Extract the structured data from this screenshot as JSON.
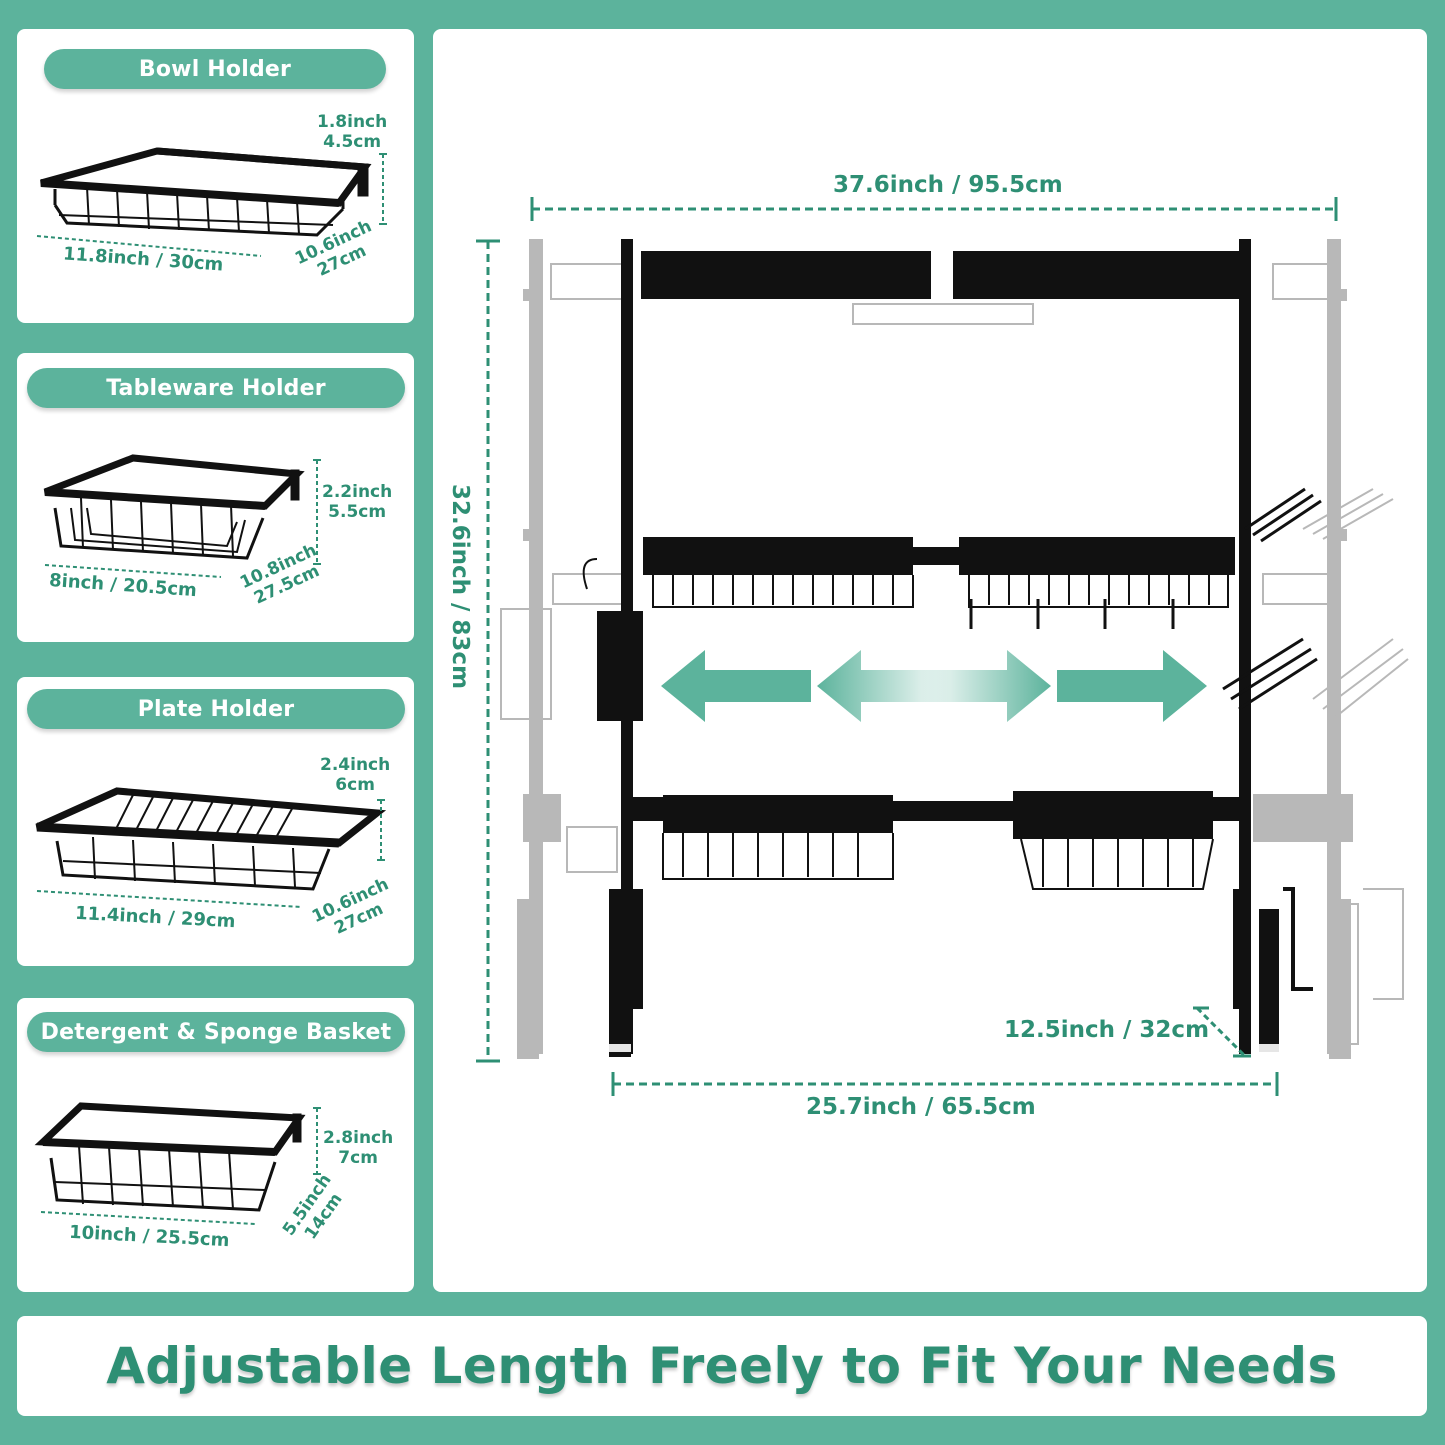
{
  "colors": {
    "accent": "#5cb39c",
    "dimension_text": "#2e8f74",
    "rack": "#111111"
  },
  "panels": [
    {
      "title": "Bowl Holder",
      "height": "1.8inch\n4.5cm",
      "width": "11.8inch / 30cm",
      "depth": "10.6inch\n27cm"
    },
    {
      "title": "Tableware Holder",
      "height": "2.2inch\n5.5cm",
      "width": "8inch / 20.5cm",
      "depth": "10.8inch\n27.5cm"
    },
    {
      "title": "Plate Holder",
      "height": "2.4inch\n6cm",
      "width": "11.4inch / 29cm",
      "depth": "10.6inch\n27cm"
    },
    {
      "title": "Detergent & Sponge Basket",
      "height": "2.8inch\n7cm",
      "width": "10inch / 25.5cm",
      "depth": "5.5inch\n14cm"
    }
  ],
  "main": {
    "top_width": "37.6inch / 95.5cm",
    "height": "32.6inch / 83cm",
    "bottom_width": "25.7inch / 65.5cm",
    "depth": "12.5inch / 32cm",
    "icons": [
      "rack-illustration-icon",
      "expand-arrows-icon"
    ]
  },
  "footer": {
    "headline": "Adjustable Length Freely to Fit Your Needs"
  }
}
